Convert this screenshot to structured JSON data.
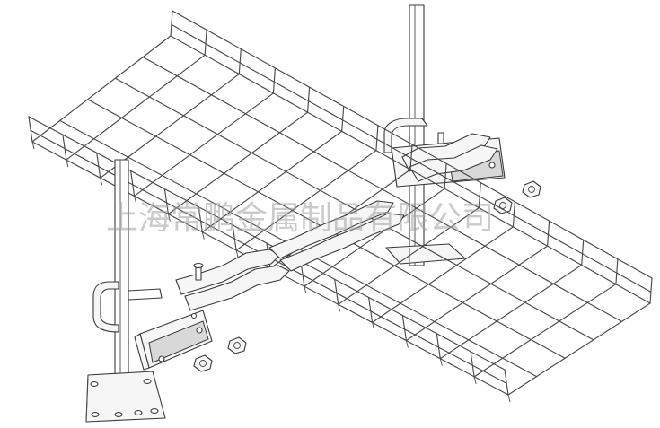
{
  "watermark": {
    "text": "上海常鹏金属制品有限公司",
    "color": "#a0a0a0"
  },
  "diagram": {
    "line_color": "#4a4a4a",
    "background": "#ffffff",
    "components": [
      {
        "name": "wire-mesh-cable-tray"
      },
      {
        "name": "vertical-support-rod"
      },
      {
        "name": "floor-base-plate"
      },
      {
        "name": "tray-bracket"
      },
      {
        "name": "clamp-connector"
      },
      {
        "name": "flange-nut"
      }
    ]
  }
}
